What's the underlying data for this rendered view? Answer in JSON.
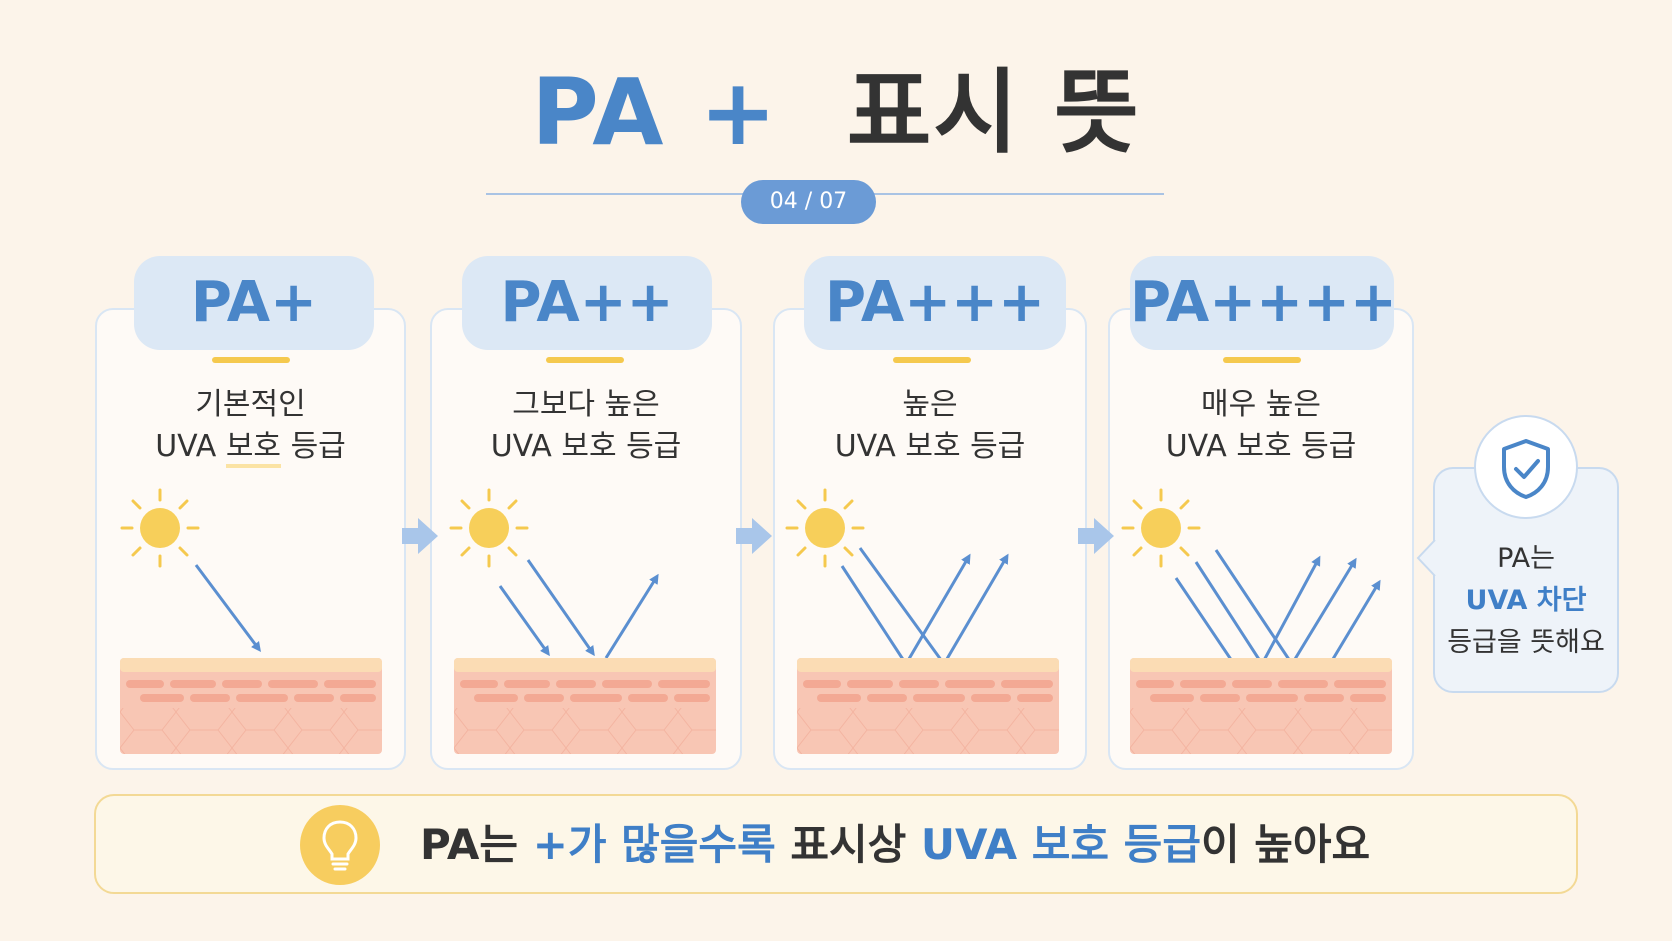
{
  "title": {
    "pa": "PA +",
    "rest": "표시 뜻"
  },
  "page_indicator": "04 / 07",
  "cards": [
    {
      "badge": "PA+",
      "line1": "기본적인",
      "line2_a": "UVA ",
      "line2_hl": "보호",
      "line2_b": " 등급"
    },
    {
      "badge": "PA++",
      "line1": "그보다 높은",
      "line2_a": "UVA 보호 등급",
      "line2_hl": "",
      "line2_b": ""
    },
    {
      "badge": "PA+++",
      "line1": "높은",
      "line2_a": "UVA 보호 등급",
      "line2_hl": "",
      "line2_b": ""
    },
    {
      "badge": "PA++++",
      "line1": "매우 높은",
      "line2_a": "UVA 보호 등급",
      "line2_hl": "",
      "line2_b": ""
    }
  ],
  "bubble": {
    "line1": "PA는",
    "line2": "UVA 차단",
    "line3": "등급을 뜻해요"
  },
  "footer": {
    "part1": "PA는 ",
    "part2": "+가 많을수록",
    "part3": " 표시상 ",
    "part4": "UVA 보호 등급",
    "part5": "이 높아요"
  },
  "colors": {
    "accent": "#4a86c8",
    "yellow": "#f5c94e",
    "skin": "#f8c6b4",
    "background": "#fcf4ea"
  },
  "icons": [
    "sun-icon",
    "arrow-right-icon",
    "shield-check-icon",
    "lightbulb-icon"
  ]
}
